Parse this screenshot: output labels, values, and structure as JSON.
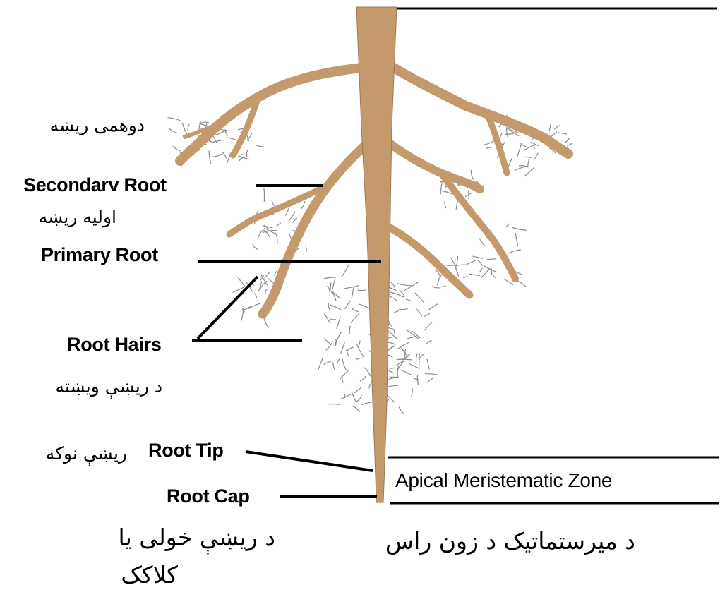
{
  "labels": {
    "secondary_root": "Secondarv Root",
    "primary_root": "Primary Root",
    "root_hairs": "Root Hairs",
    "root_tip": "Root Tip",
    "root_cap": "Root Cap",
    "apical_zone": "Apical Meristematic Zone"
  },
  "pashto": {
    "secondary_root": "دوهمی ریښه",
    "primary_root": "اولیه ریښه",
    "root_hairs": "د ریښې ویښته",
    "root_tip": "ریښې نوکه",
    "root_cap_line1": "د ریښې خولی یا",
    "root_cap_line2": "کلاکک",
    "apical_zone": "د میرستماتیک د زون راس"
  },
  "colors": {
    "root_fill": "#c49a6c",
    "root_stroke": "#9a7a55",
    "hair": "#8a8a8a",
    "line": "#000000"
  }
}
